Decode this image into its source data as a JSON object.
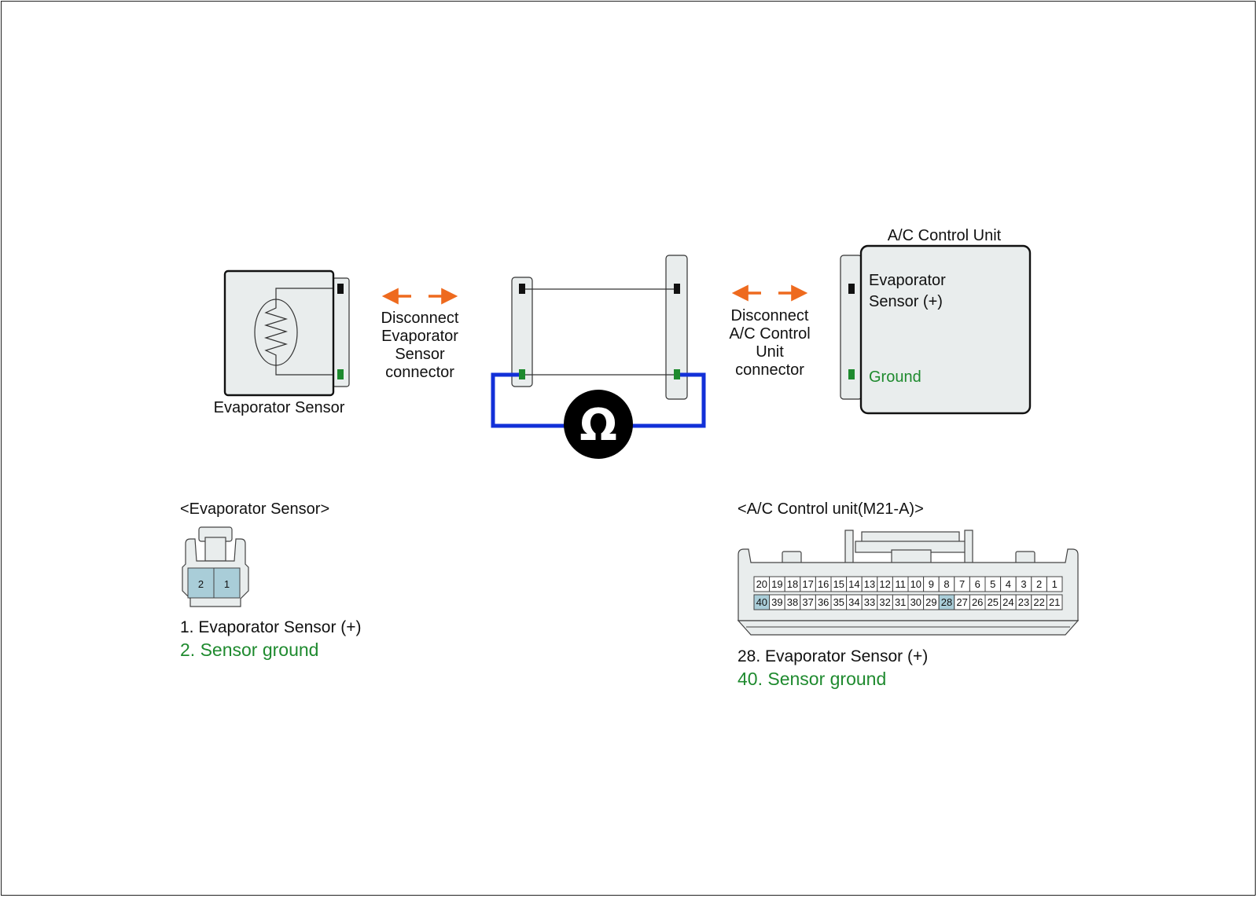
{
  "sensor_block": {
    "label": "Evaporator Sensor"
  },
  "disconnect_left": {
    "lines": [
      "Disconnect",
      "Evaporator",
      "Sensor",
      "connector"
    ]
  },
  "disconnect_right": {
    "lines": [
      "Disconnect",
      "A/C Control",
      "Unit",
      "connector"
    ]
  },
  "control_unit": {
    "title": "A/C Control Unit",
    "signal_label_lines": [
      "Evaporator",
      "Sensor (+)"
    ],
    "ground_label": "Ground"
  },
  "ohmmeter": {
    "symbol": "Ω"
  },
  "sensor_connector": {
    "heading": "<Evaporator Sensor>",
    "pins": [
      "2",
      "1"
    ],
    "highlighted_pins": [
      "2",
      "1"
    ],
    "legend": [
      {
        "text": "1. Evaporator Sensor (+)",
        "color": "#111111"
      },
      {
        "text": "2. Sensor ground",
        "color": "#1e8a2e"
      }
    ]
  },
  "control_connector": {
    "heading": "<A/C Control unit(M21-A)>",
    "top_row": [
      "20",
      "19",
      "18",
      "17",
      "16",
      "15",
      "14",
      "13",
      "12",
      "11",
      "10",
      "9",
      "8",
      "7",
      "6",
      "5",
      "4",
      "3",
      "2",
      "1"
    ],
    "bottom_row": [
      "40",
      "39",
      "38",
      "37",
      "36",
      "35",
      "34",
      "33",
      "32",
      "31",
      "30",
      "29",
      "28",
      "27",
      "26",
      "25",
      "24",
      "23",
      "22",
      "21"
    ],
    "highlighted_pins": [
      "40",
      "28"
    ],
    "legend": [
      {
        "text": "28. Evaporator Sensor (+)",
        "color": "#111111"
      },
      {
        "text": "40. Sensor ground",
        "color": "#1e8a2e"
      }
    ]
  },
  "colors": {
    "wire_blue": "#1230d8",
    "arrow_orange": "#ee6a1e",
    "ground_green": "#1e8a2e",
    "pin_highlight": "#a9cdd8",
    "panel_fill": "#e9eded"
  }
}
